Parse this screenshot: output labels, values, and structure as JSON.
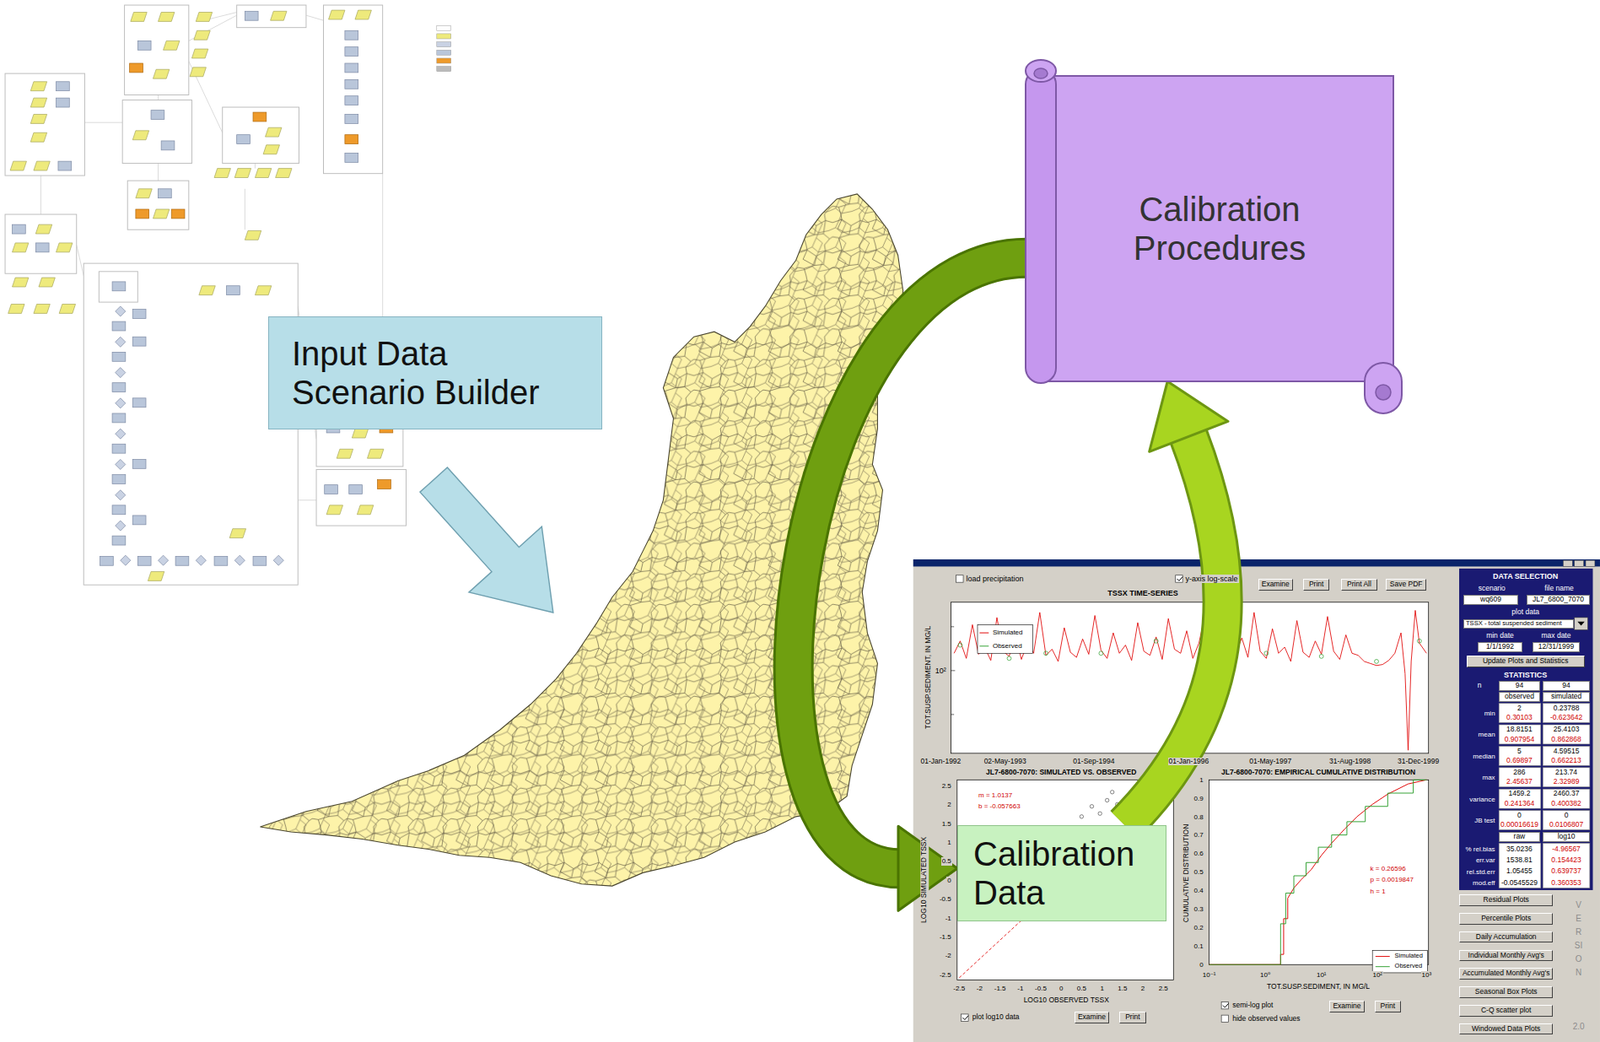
{
  "diagram": {
    "nodes": [
      {
        "text": [
          "Calibration Procedures"
        ]
      },
      {
        "text": [
          "Input Data Scenario Builder"
        ]
      },
      {
        "text": [
          "Calibration Data"
        ]
      }
    ],
    "edges": [
      {
        "from": 0,
        "to": 2,
        "arrow": "to"
      },
      {
        "from": 2,
        "to": 0,
        "arrow": "to"
      }
    ],
    "labels": [
      "load precipitation",
      "y-axis log-scale",
      "TSSX TIME-SERIES",
      "Examine",
      "Print",
      "Print All",
      "Save PDF",
      "10²",
      "TOT.SUSP.SEDIMENT, IN MG/L",
      "Simulated",
      "Observed",
      "01-Jan-1992",
      "02-May-1993",
      "01-Sep-1994",
      "01-Jan-1996",
      "01-May-1997",
      "31-Aug-1998",
      "31-Dec-1999",
      "JL7-6800-7070: SIMULATED VS. OBSERVED",
      "JL7-6800-7070: EMPIRICAL CUMULATIVE DISTRIBUTION",
      "2.5",
      "2",
      "1.5",
      "1",
      "0.5",
      "0",
      "-0.5",
      "-1",
      "-1.5",
      "-2",
      "-2.5",
      "LOG10 SIMULATED TSSX",
      "m = 1.0137",
      "b = -0.057663",
      "-2.5",
      "-2",
      "-1.5",
      "-1",
      "-0.5",
      "0",
      "0.5",
      "1",
      "1.5",
      "2",
      "2.5",
      "LOG10 OBSERVED TSSX",
      "plot log10 data",
      "Examine",
      "Print",
      "1",
      "0.9",
      "0.8",
      "0.7",
      "0.6",
      "0.5",
      "0.4",
      "0.3",
      "0.2",
      "0.1",
      "0",
      "CUMULATIVE DISTRIBUTION",
      "k = 0.26596",
      "p = 0.0019847",
      "h = 1",
      "Simulated",
      "Observed",
      "10⁻¹",
      "10⁰",
      "10¹",
      "10²",
      "10³",
      "TOT.SUSP.SEDIMENT, IN MG/L",
      "semi-log plot",
      "hide observed values",
      "Examine",
      "Print",
      "DATA SELECTION",
      "scenario",
      "file name",
      "wq609",
      "JL7_6800_7070",
      "plot data",
      "TSSX - total suspended sediment",
      "min date",
      "max date",
      "1/1/1992",
      "12/31/1999",
      "Update Plots and Statistics",
      "STATISTICS",
      "n",
      "94",
      "94",
      "observed",
      "simulated",
      "min",
      "2",
      "0.30103",
      "0.23788",
      "-0.623642",
      "mean",
      "18.8151",
      "0.907954",
      "25.4103",
      "0.862868",
      "median",
      "5",
      "0.69897",
      "4.59515",
      "0.662213",
      "max",
      "286",
      "2.45637",
      "213.74",
      "2.32989",
      "variance",
      "1459.2",
      "0.241364",
      "2460.37",
      "0.400382",
      "JB test",
      "0",
      "0.00016619",
      "0",
      "0.0106807",
      "raw",
      "log10",
      "% rel.bias",
      "35.0236",
      "-4.96567",
      "err.var",
      "1538.81",
      "0.154423",
      "rel.std.err",
      "1.05455",
      "0.639737",
      "mod.eff",
      "-0.0545529",
      "0.360353",
      "Residual Plots",
      "Percentile Plots",
      "Daily Accumulation",
      "Individual Monthly Avg's",
      "Accumulated Monthly Avg's",
      "Seasonal Box Plots",
      "C-Q scatter plot",
      "Windowed Data Plots",
      "VERSION",
      "2.0"
    ]
  }
}
